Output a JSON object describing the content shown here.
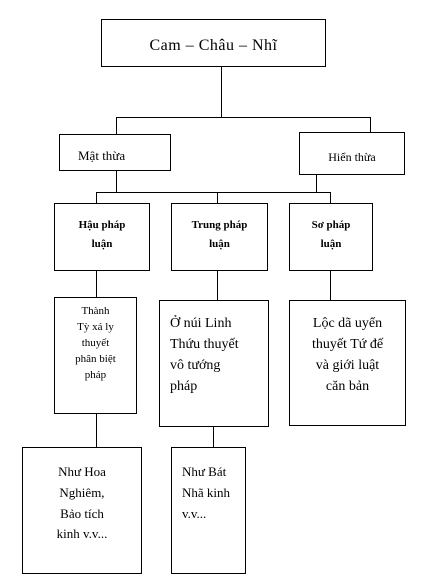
{
  "diagram": {
    "nodes": {
      "root": "Cam – Châu – Nhĩ",
      "mat_thua": "Mật thừa",
      "hien_thua": "Hiển thừa",
      "hau_phap_luan": "Hậu pháp\nluận",
      "trung_phap_luan": "Trung pháp\nluận",
      "so_phap_luan": "Sơ pháp\nluận",
      "thanh_ty": "Thành\nTỳ xá ly\nthuyết\nphân biệt\npháp",
      "o_nui_linh": "Ở núi Linh\nThứu thuyết\nvô tướng\npháp",
      "loc_da_uyen": "Lộc dã uyển\nthuyết Tứ đế\nvà giới luật\ncăn bản",
      "nhu_hoa_nghiem": "Như Hoa\nNghiêm,\nBảo tích\nkinh v.v...",
      "nhu_bat_nha": "Như Bát\nNhã kinh\nv.v..."
    },
    "line_color": "#000000",
    "box_border_color": "#000000",
    "background_color": "#ffffff"
  }
}
